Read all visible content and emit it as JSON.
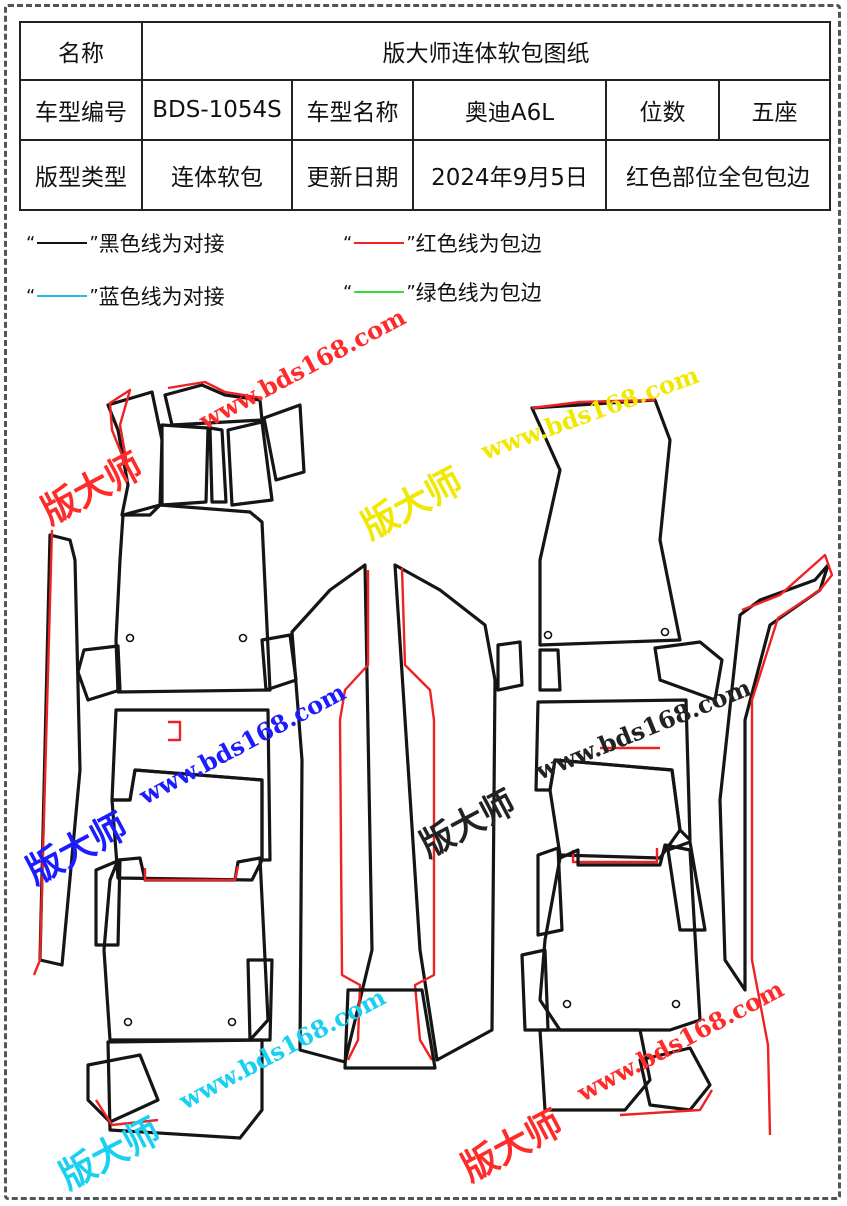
{
  "table": {
    "r1": {
      "label": "名称",
      "value": "版大师连体软包图纸"
    },
    "r2": {
      "model_no_label": "车型编号",
      "model_no": "BDS-1054S",
      "model_name_label": "车型名称",
      "model_name": "奥迪A6L",
      "seats_label": "位数",
      "seats": "五座"
    },
    "r3": {
      "type_label": "版型类型",
      "type": "连体软包",
      "date_label": "更新日期",
      "date": "2024年9月5日",
      "note": "红色部位全包包边"
    }
  },
  "legend": [
    {
      "quote_open": "“",
      "quote_close": "”",
      "text": "黑色线为对接",
      "color": "#111111"
    },
    {
      "quote_open": "“",
      "quote_close": "”",
      "text": "红色线为包边",
      "color": "#ee2222"
    },
    {
      "quote_open": "“",
      "quote_close": "”",
      "text": "蓝色线为对接",
      "color": "#22bbee"
    },
    {
      "quote_open": "“",
      "quote_close": "”",
      "text": "绿色线为包边",
      "color": "#33dd33"
    }
  ],
  "watermarks": {
    "brand": "版大师",
    "site": "www.bds168.com",
    "site_short": "www.bds16",
    "site_mid": "bds168.com",
    "colors": {
      "red": "#ff2a2a",
      "yellow": "#f0e800",
      "blue": "#1c1cff",
      "cyan": "#19d0f0",
      "black": "#222222"
    }
  }
}
